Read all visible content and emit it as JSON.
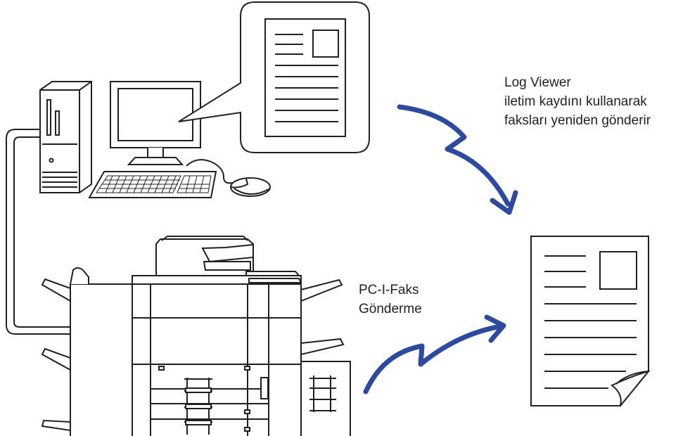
{
  "labels": {
    "log_viewer": [
      "Log Viewer",
      "iletim kaydını kullanarak",
      "faksları yeniden gönderir"
    ],
    "pc_fax": [
      "PC-I-Faks",
      "Gönderme"
    ]
  },
  "colors": {
    "arrow": "#2e4aa0",
    "line": "#231f20",
    "background": "#ffffff"
  },
  "icons": {
    "computer": "desktop-computer-icon",
    "mfp": "multifunction-printer-icon",
    "document": "document-icon",
    "arrow": "lightning-arrow-icon"
  }
}
